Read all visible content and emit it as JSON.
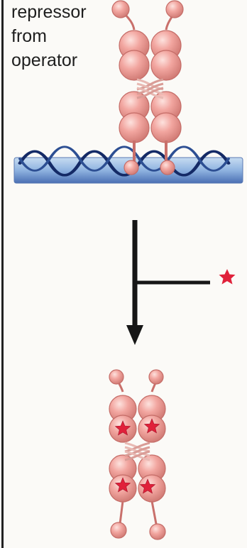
{
  "caption": {
    "line1": "repressor",
    "line2": "from",
    "line3": "operator"
  },
  "colors": {
    "background": "#fbfaf7",
    "sphere_fill": "#f2a6a0",
    "sphere_shade": "#d9807b",
    "sphere_highlight": "#fbd9d4",
    "dna_light": "#a9c6e8",
    "dna_dark": "#2d4f93",
    "dna_strand": "#142a66",
    "arrow": "#161616",
    "inducer_star": "#e0213a"
  },
  "icons": {
    "inducer": "red-star-icon",
    "arrow": "down-arrow-icon"
  }
}
